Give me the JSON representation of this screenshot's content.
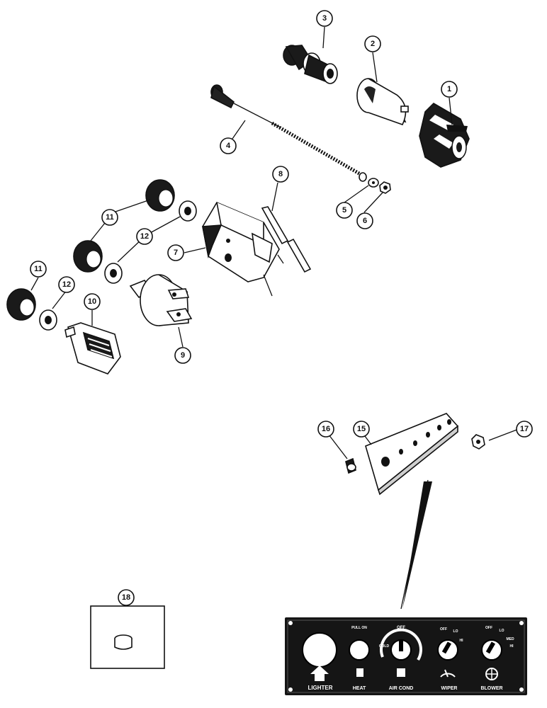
{
  "callouts": [
    {
      "id": "1",
      "label": "1"
    },
    {
      "id": "2",
      "label": "2"
    },
    {
      "id": "3",
      "label": "3"
    },
    {
      "id": "4",
      "label": "4"
    },
    {
      "id": "5",
      "label": "5"
    },
    {
      "id": "6",
      "label": "6"
    },
    {
      "id": "7",
      "label": "7"
    },
    {
      "id": "8",
      "label": "8"
    },
    {
      "id": "9",
      "label": "9"
    },
    {
      "id": "10",
      "label": "10"
    },
    {
      "id": "11a",
      "label": "11"
    },
    {
      "id": "11b",
      "label": "11"
    },
    {
      "id": "12a",
      "label": "12"
    },
    {
      "id": "12b",
      "label": "12"
    },
    {
      "id": "15",
      "label": "15"
    },
    {
      "id": "16",
      "label": "16"
    },
    {
      "id": "17",
      "label": "17"
    },
    {
      "id": "18",
      "label": "18"
    }
  ],
  "panel": {
    "labels": {
      "lighter": "LIGHTER",
      "heat": "HEAT",
      "air_cond": "AIR COND",
      "wiper": "WIPER",
      "blower": "BLOWER",
      "pull_on": "PULL ON",
      "cold": "COLD",
      "off_ac": "OFF",
      "off_wiper": "OFF",
      "lo_wiper": "LO",
      "hi_wiper": "HI",
      "off_blower": "OFF",
      "lo_blower": "LO",
      "med_blower": "MED",
      "hi_blower": "HI"
    }
  }
}
